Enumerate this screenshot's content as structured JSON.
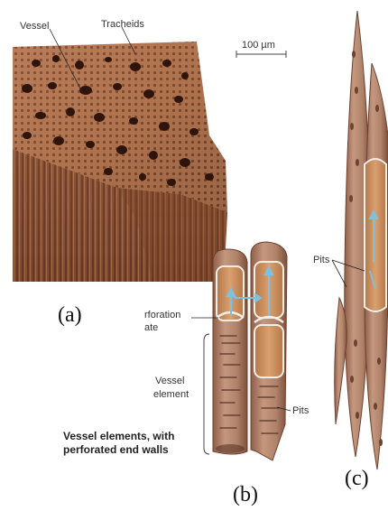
{
  "labels": {
    "vessel_top": "Vessel",
    "tracheids": "Tracheids",
    "scale_bar": "100 µm",
    "perforation_plate_line1": "rforation",
    "perforation_plate_line2": "ate",
    "vessel_element_line1": "Vessel",
    "vessel_element_line2": "element",
    "pits_b": "Pits",
    "pits_c": "Pits"
  },
  "caption": {
    "line1": "Vessel elements, with",
    "line2": "perforated end walls"
  },
  "panel_labels": {
    "a": "(a)",
    "b": "(b)",
    "c": "(c)"
  },
  "colors": {
    "micrograph_base": "#a86a44",
    "micrograph_dark": "#5a2e18",
    "cell_wall": "#b98a72",
    "cell_interior": "#c98f62",
    "outline": "#7a4a34"
  }
}
